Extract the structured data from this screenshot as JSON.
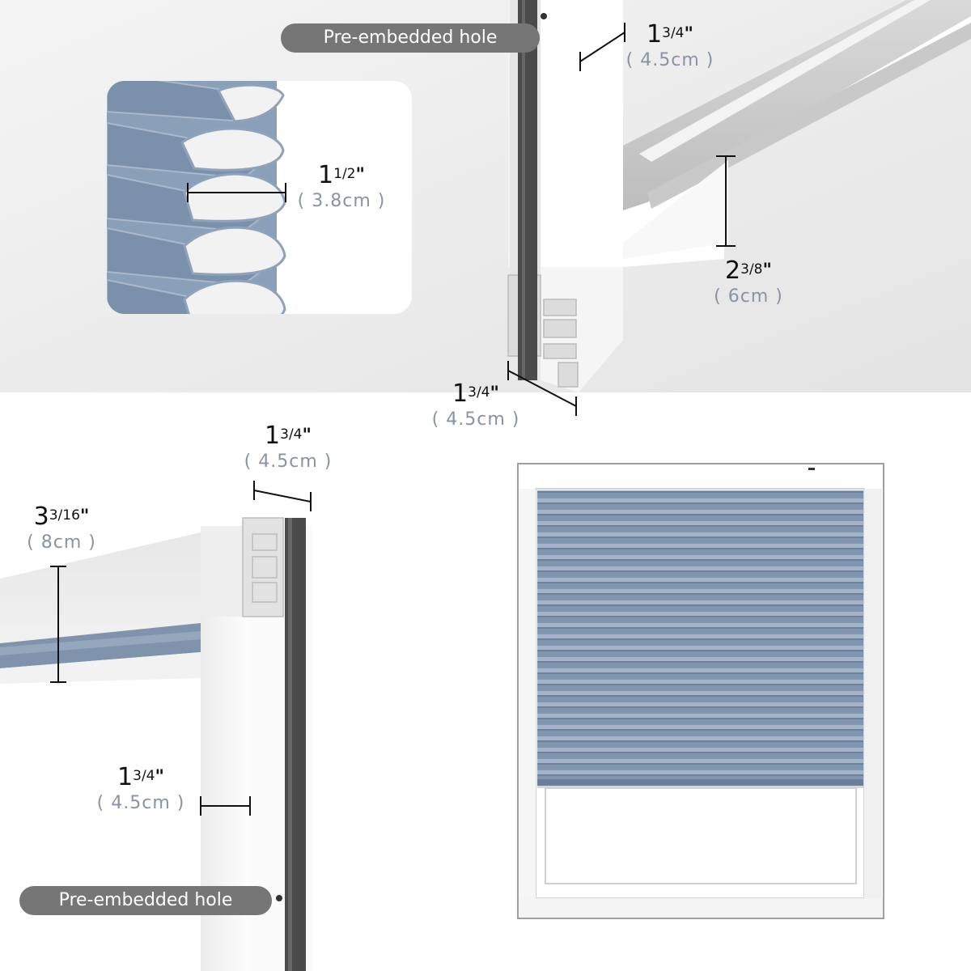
{
  "labels": {
    "hole_top": "Pre-embedded hole",
    "hole_bottom": "Pre-embedded hole"
  },
  "dimensions": {
    "cell_width": {
      "whole": "1",
      "frac": "1/2",
      "unit": "\"",
      "metric": "( 3.8cm )"
    },
    "top_rail_width": {
      "whole": "1",
      "frac": "3/4",
      "unit": "\"",
      "metric": "( 4.5cm )"
    },
    "top_rail_height": {
      "whole": "2",
      "frac": "3/8",
      "unit": "\"",
      "metric": "( 6cm )"
    },
    "side_rail_depth": {
      "whole": "1",
      "frac": "3/4",
      "unit": "\"",
      "metric": "( 4.5cm )"
    },
    "head_rail_depth": {
      "whole": "1",
      "frac": "3/4",
      "unit": "\"",
      "metric": "( 4.5cm )"
    },
    "head_rail_height": {
      "whole": "3",
      "frac": "3/16",
      "unit": "\"",
      "metric": "( 8cm )"
    },
    "side_post_width": {
      "whole": "1",
      "frac": "3/4",
      "unit": "\"",
      "metric": "( 4.5cm )"
    }
  },
  "colors": {
    "shade_blue": "#7e93ad",
    "frame_white": "#f7f7f7",
    "brush_gray": "#4a4a4a",
    "label_gray": "#767676"
  }
}
